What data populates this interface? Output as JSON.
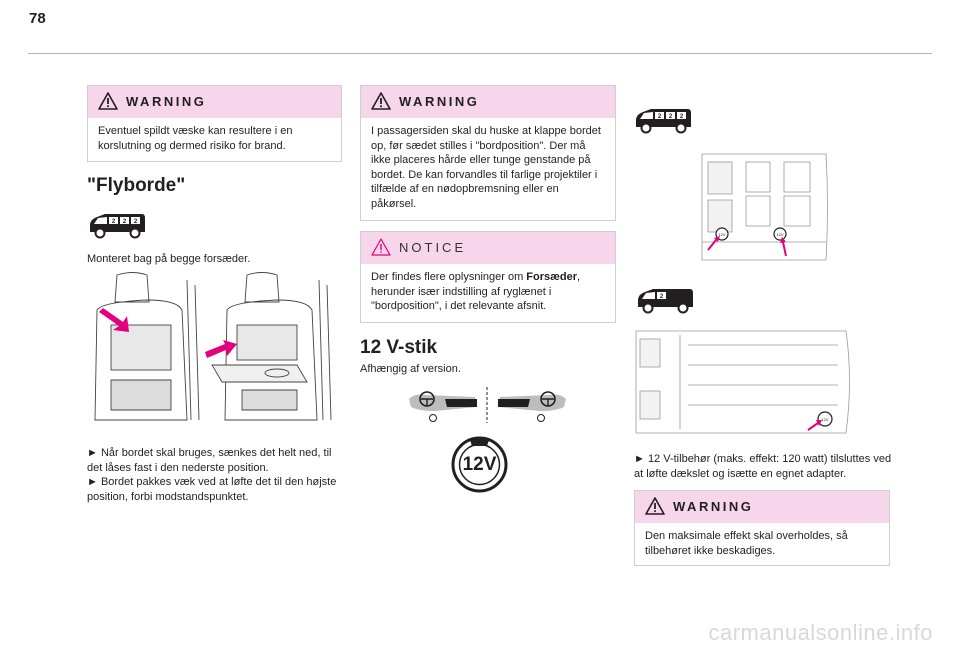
{
  "page_number": "78",
  "col1": {
    "warning": {
      "title": "WARNING",
      "text": "Eventuel spildt væske kan resultere i en korslutning og dermed risiko for brand."
    },
    "heading": "\"Flyborde\"",
    "vehicle_badges": [
      "2",
      "2",
      "2"
    ],
    "intro": "Monteret bag på begge forsæder.",
    "step1": "► Når bordet skal bruges, sænkes det helt ned, til det låses fast i den nederste position.",
    "step2": "► Bordet pakkes væk ved at løfte det til den højste position, forbi modstandspunktet."
  },
  "col2": {
    "warning": {
      "title": "WARNING",
      "text": "I passagersiden skal du huske at klappe bordet op, før sædet stilles i \"bordposition\". Der må ikke placeres hårde eller tunge genstande på bordet. De kan forvandles til farlige projektiler i tilfælde af en nødopbremsning eller en påkørsel."
    },
    "notice": {
      "title": "NOTICE",
      "text_before": "Der findes flere oplysninger om ",
      "text_bold": "Forsæder",
      "text_after": ", herunder især indstilling af ryglænet i \"bordposition\", i det relevante afsnit."
    },
    "heading": "12 V-stik",
    "subtext": "Afhængig af version.",
    "socket_label": "12V"
  },
  "col3": {
    "vehicle_badges_a": [
      "2",
      "2",
      "2"
    ],
    "vehicle_badges_b": [
      "2"
    ],
    "socket_mini": "12V",
    "step": "► 12 V-tilbehør (maks. effekt: 120 watt) tilsluttes ved at løfte dækslet og isætte en egnet adapter.",
    "warning": {
      "title": "WARNING",
      "text": "Den maksimale effekt skal overholdes, så tilbehøret ikke beskadiges."
    }
  },
  "watermark": "carmanualsonline.info",
  "colors": {
    "callout_header": "#f7d6ec",
    "arrow_pink": "#e4007c",
    "text": "#231f20"
  }
}
